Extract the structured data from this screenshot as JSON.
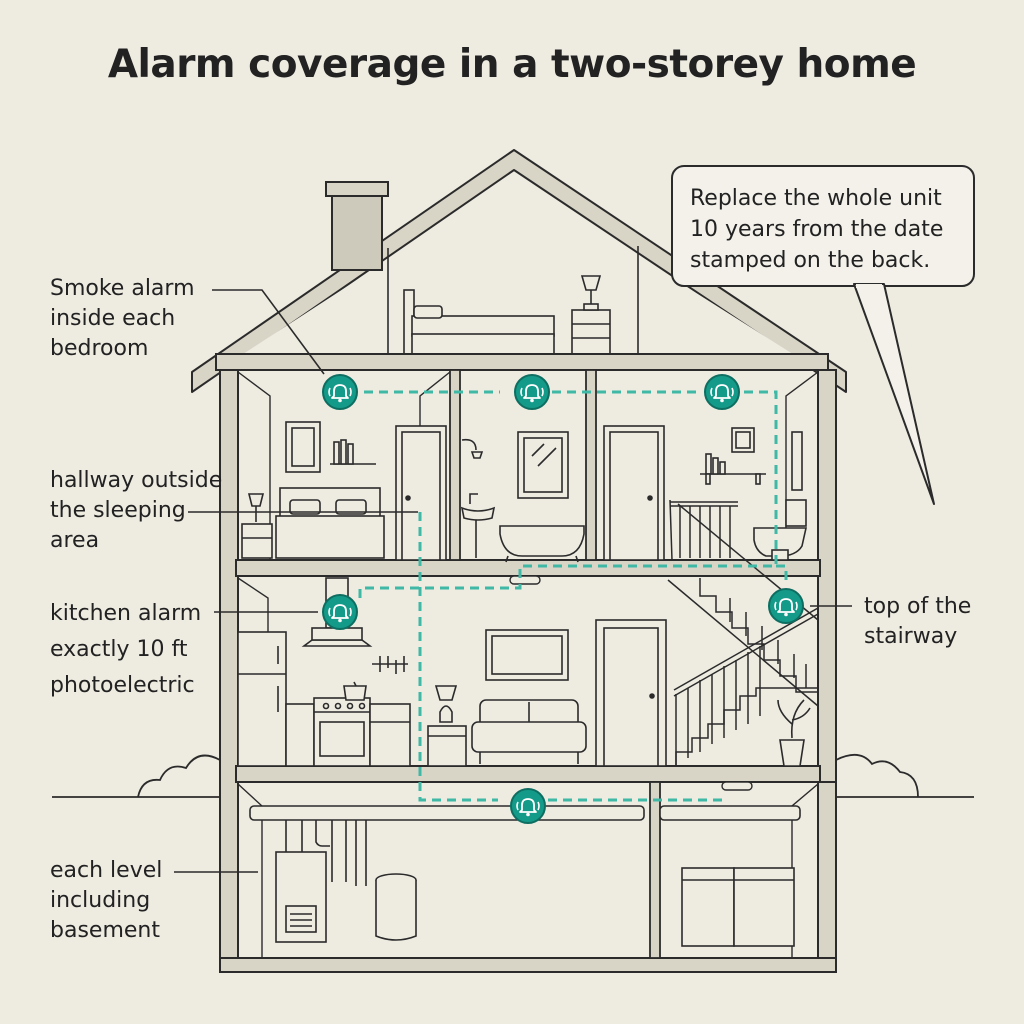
{
  "title": "Alarm coverage in a two-storey home",
  "colors": {
    "background": "#eeebe1",
    "line": "#2b2b2b",
    "wall": "#cdc9bb",
    "alarm": "#149a88",
    "dashed_path": "#3fb8a6"
  },
  "labels": {
    "bedroom": [
      "Smoke alarm",
      "inside each",
      "bedroom"
    ],
    "hallway": [
      "hallway outside",
      "the sleeping",
      "area"
    ],
    "kitchen": [
      "kitchen alarm",
      "exactly 10 ft",
      "photoelectric"
    ],
    "stairway": [
      "top of the",
      "stairway"
    ],
    "basement": [
      "each level",
      "including",
      "basement"
    ]
  },
  "callout": [
    "Replace the whole unit",
    "10 years from the date",
    "stamped on the back."
  ],
  "alarm_icon": "bell-icon"
}
